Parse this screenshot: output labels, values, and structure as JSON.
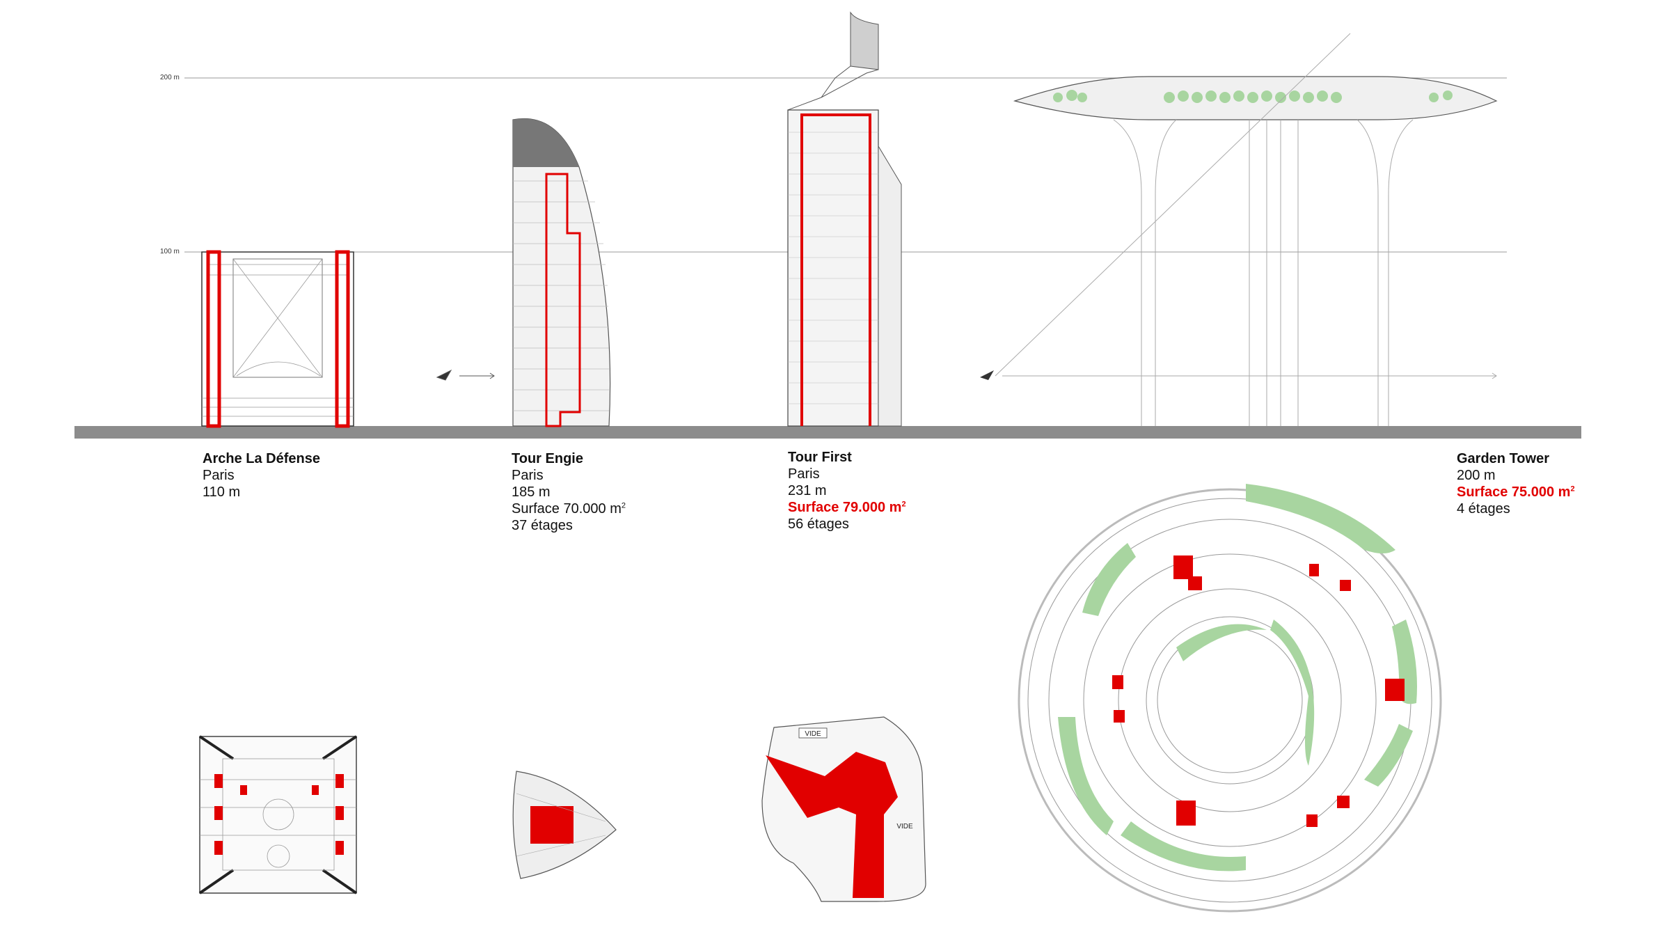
{
  "scale_marks": [
    "200 m",
    "100 m"
  ],
  "buildings": [
    {
      "name": "Arche La Défense",
      "city": "Paris",
      "height": "110 m"
    },
    {
      "name": "Tour Engie",
      "city": "Paris",
      "height": "185 m",
      "surface": "Surface 70.000 m",
      "surface_sup": "2",
      "floors": "37 étages"
    },
    {
      "name": "Tour First",
      "city": "Paris",
      "height": "231 m",
      "surface": "Surface 79.000 m",
      "surface_sup": "2",
      "floors": "56 étages"
    },
    {
      "name": "Garden Tower",
      "height": "200 m",
      "surface": "Surface 75.000 m",
      "surface_sup": "2",
      "floors": "4 étages"
    }
  ],
  "plan_labels": {
    "vide_1": "VIDE",
    "vide_2": "VIDE"
  },
  "colors": {
    "accent": "#e10000",
    "ground": "#8c8c8c",
    "greenery": "#a8d5a0",
    "line": "#555555"
  }
}
